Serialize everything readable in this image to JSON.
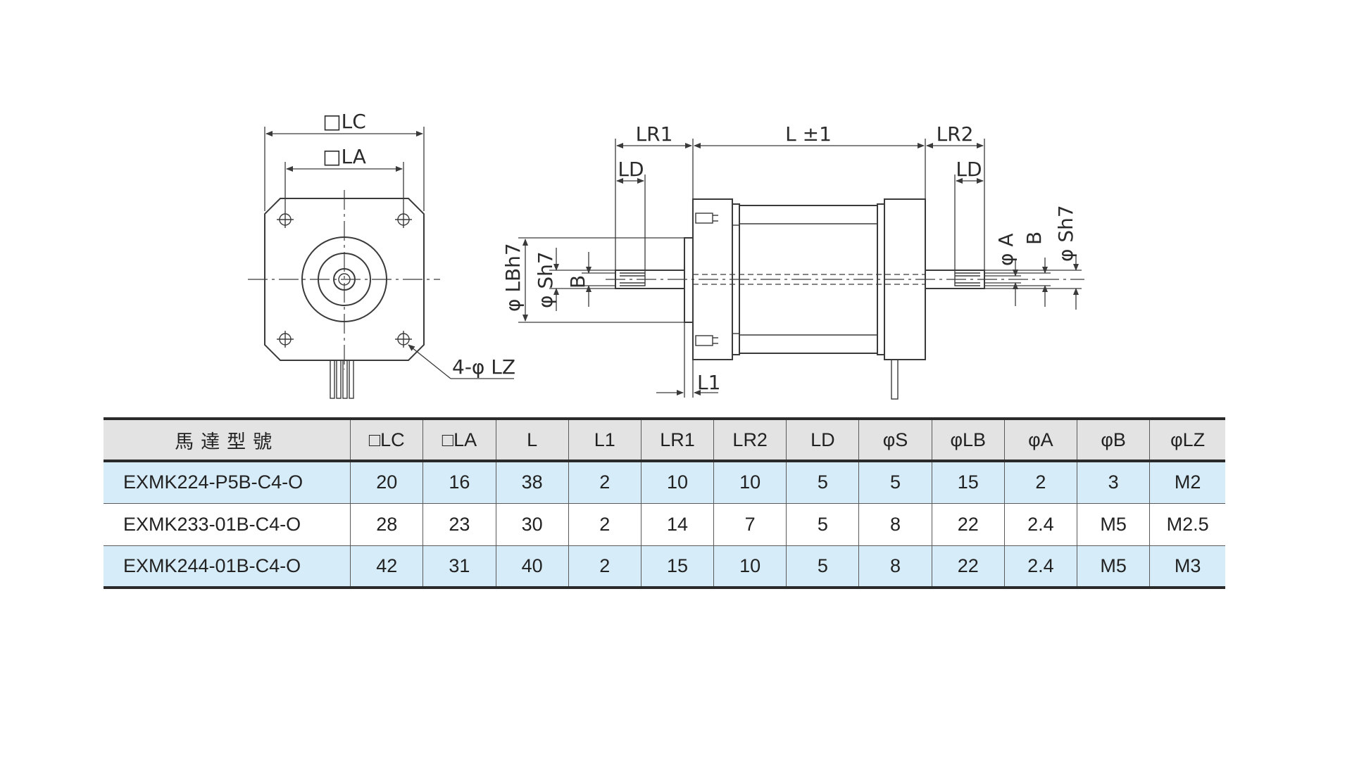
{
  "drawing": {
    "front_view": {
      "labels": {
        "lc": "□LC",
        "la": "□LA",
        "lz": "4-φ LZ"
      }
    },
    "side_view": {
      "labels": {
        "lr1": "LR1",
        "l": "L ±1",
        "lr2": "LR2",
        "ld_left": "LD",
        "ld_right": "LD",
        "lb": "φ LBh7",
        "s_left": "φ Sh7",
        "b_left": "B",
        "a_right": "φ A",
        "b_right": "B",
        "s_right": "φ Sh7",
        "l1": "L1"
      }
    }
  },
  "table": {
    "headers": [
      "馬達型號",
      "□LC",
      "□LA",
      "L",
      "L1",
      "LR1",
      "LR2",
      "LD",
      "φS",
      "φLB",
      "φA",
      "φB",
      "φLZ"
    ],
    "rows": [
      [
        "EXMK224-P5B-C4-O",
        "20",
        "16",
        "38",
        "2",
        "10",
        "10",
        "5",
        "5",
        "15",
        "2",
        "3",
        "M2"
      ],
      [
        "EXMK233-01B-C4-O",
        "28",
        "23",
        "30",
        "2",
        "14",
        "7",
        "5",
        "8",
        "22",
        "2.4",
        "M5",
        "M2.5"
      ],
      [
        "EXMK244-01B-C4-O",
        "42",
        "31",
        "40",
        "2",
        "15",
        "10",
        "5",
        "8",
        "22",
        "2.4",
        "M5",
        "M3"
      ]
    ],
    "colors": {
      "header_bg": "#e3e3e3",
      "shaded_row_bg": "#d6ecf8",
      "rule": "#2a2a2a"
    }
  }
}
